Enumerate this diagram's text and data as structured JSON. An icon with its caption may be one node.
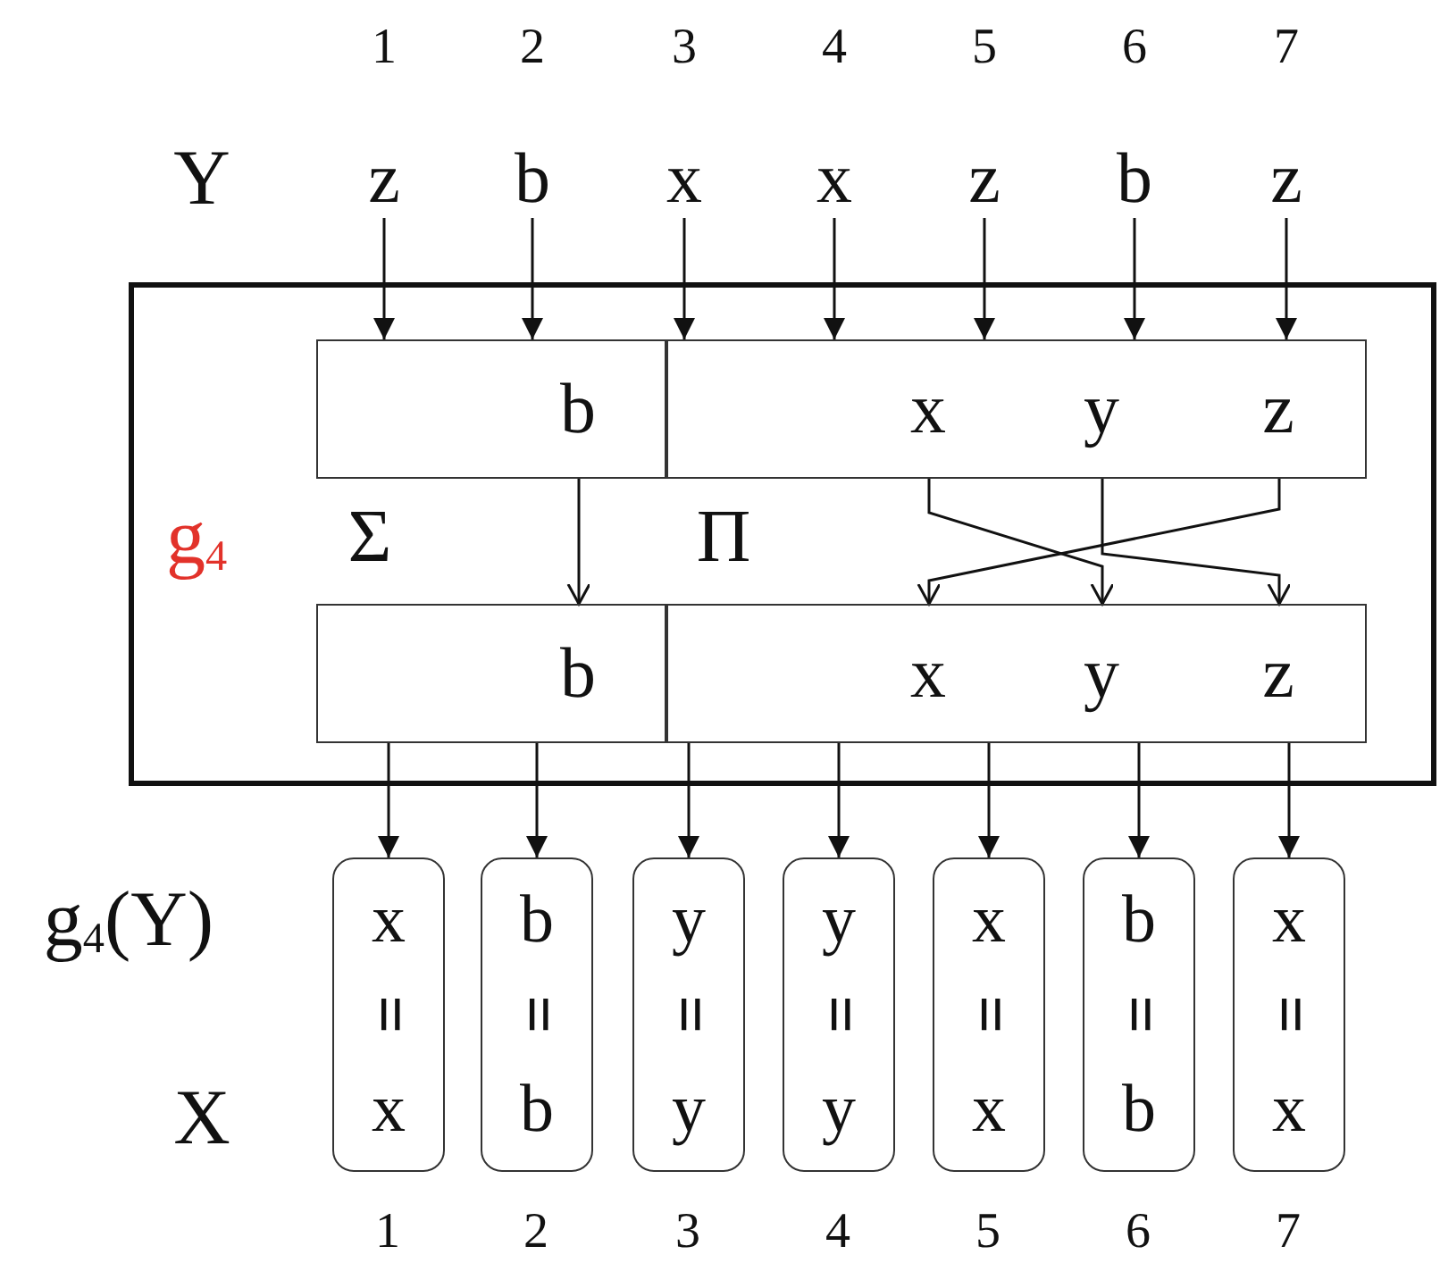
{
  "diagram": {
    "nodes": [
      {
        "text": [
          "z"
        ]
      },
      {
        "text": [
          "b"
        ]
      },
      {
        "text": [
          "x"
        ]
      },
      {
        "text": [
          "x"
        ]
      },
      {
        "text": [
          "z"
        ]
      },
      {
        "text": [
          "b"
        ]
      },
      {
        "text": [
          "z"
        ]
      },
      {
        "text": [
          "g$_{4}$"
        ]
      },
      {
        "text": [],
        "shape": "box",
        "in": 7
      },
      {
        "text": [
          "b"
        ],
        "in": 8
      },
      {
        "text": [],
        "shape": "box",
        "in": 7
      },
      {
        "text": [
          "x"
        ],
        "in": 10
      },
      {
        "text": [
          "y"
        ],
        "in": 10
      },
      {
        "text": [
          "z"
        ],
        "in": 10
      },
      {
        "text": [],
        "shape": "box",
        "in": 7
      },
      {
        "text": [
          "b"
        ],
        "in": 14
      },
      {
        "text": [],
        "shape": "box",
        "in": 7
      },
      {
        "text": [
          "x"
        ],
        "in": 16
      },
      {
        "text": [
          "y"
        ],
        "in": 16
      },
      {
        "text": [
          "z"
        ],
        "in": 16
      },
      {
        "text": [
          "x",
          "=",
          "x"
        ]
      },
      {
        "text": [
          "b",
          "=",
          "b"
        ]
      },
      {
        "text": [
          "y",
          "=",
          "y"
        ]
      },
      {
        "text": [
          "y",
          "=",
          "y"
        ]
      },
      {
        "text": [
          "x",
          "=",
          "x"
        ]
      },
      {
        "text": [
          "b",
          "=",
          "b"
        ]
      },
      {
        "text": [
          "x",
          "=",
          "x"
        ]
      }
    ],
    "edges": [
      {
        "from": 0,
        "to": 8,
        "arrow": "to"
      },
      {
        "from": 1,
        "to": 8,
        "arrow": "to"
      },
      {
        "from": 2,
        "to": 10,
        "arrow": "to"
      },
      {
        "from": 3,
        "to": 10,
        "arrow": "to"
      },
      {
        "from": 4,
        "to": 10,
        "arrow": "to"
      },
      {
        "from": 5,
        "to": 10,
        "arrow": "to"
      },
      {
        "from": 6,
        "to": 10,
        "arrow": "to"
      },
      {
        "from": 9,
        "to": 15,
        "arrow": "to"
      },
      {
        "from": 11,
        "to": 18,
        "arrow": "to"
      },
      {
        "from": 12,
        "to": 19,
        "arrow": "to"
      },
      {
        "from": 13,
        "to": 17,
        "arrow": "to"
      },
      {
        "from": 14,
        "to": 20,
        "arrow": "to"
      },
      {
        "from": 14,
        "to": 21,
        "arrow": "to"
      },
      {
        "from": 16,
        "to": 22,
        "arrow": "to"
      },
      {
        "from": 16,
        "to": 23,
        "arrow": "to"
      },
      {
        "from": 16,
        "to": 24,
        "arrow": "to"
      },
      {
        "from": 16,
        "to": 25,
        "arrow": "to"
      },
      {
        "from": 16,
        "to": 26,
        "arrow": "to"
      }
    ],
    "labels": [
      "1",
      "2",
      "3",
      "4",
      "5",
      "6",
      "7",
      "Y",
      "Σ",
      "Π",
      "g$_{4}$(Y)",
      "X",
      "1",
      "2",
      "3",
      "4",
      "5",
      "6",
      "7"
    ]
  }
}
